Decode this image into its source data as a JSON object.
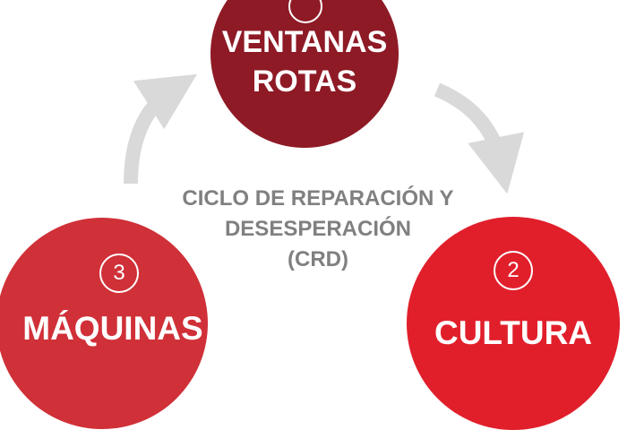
{
  "nodes": [
    {
      "number": "",
      "title_line1": "VENTANAS",
      "title_line2": "ROTAS",
      "color": "#8e1a26"
    },
    {
      "number": "2",
      "title_line1": "CULTURA",
      "color": "#e11f2b"
    },
    {
      "number": "3",
      "title_line1": "MÁQUINAS",
      "color": "#d03038"
    }
  ],
  "center": {
    "line1": "CICLO DE REPARACIÓN Y",
    "line2": "DESESPERACIÓN",
    "line3": "(CRD)"
  },
  "arrow_color": "#d9d9d9"
}
